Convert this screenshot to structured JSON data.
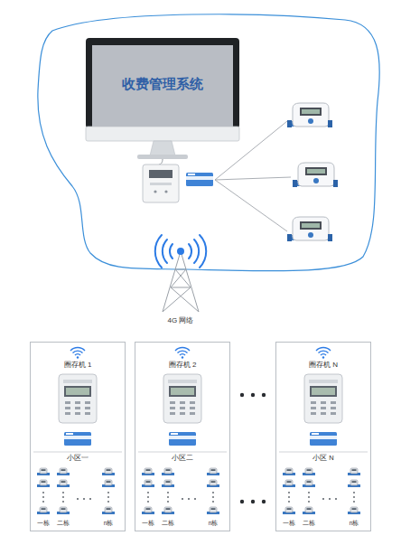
{
  "diagram": {
    "nodes": [
      {
        "text": [
          "收费管理系统"
        ]
      },
      {
        "text": [
          "圈存机 1",
          "小区一"
        ]
      },
      {
        "text": [
          "圈存机 2",
          "小区二"
        ]
      },
      {
        "text": [
          "圈存机 N",
          "小区 N"
        ]
      }
    ],
    "labels": [
      "4G 网络",
      "一栋",
      "二栋",
      "n栋",
      "一栋",
      "二栋",
      "n栋",
      "一栋",
      "二栋",
      "n栋"
    ]
  }
}
